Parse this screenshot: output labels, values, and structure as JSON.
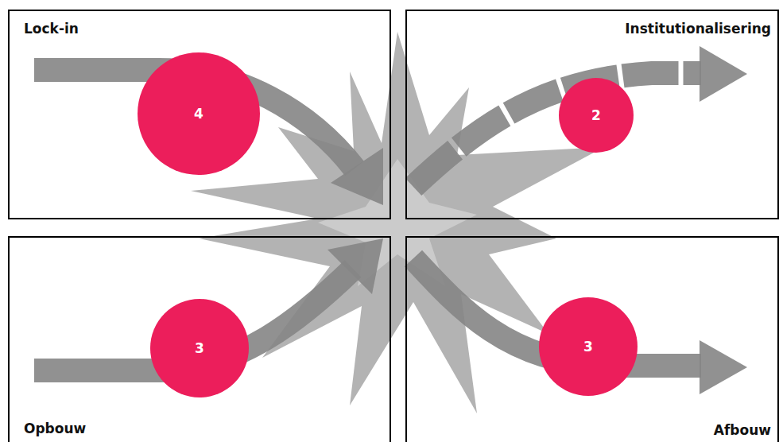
{
  "diagram": {
    "nodes": [
      {
        "text": [
          "Lock-in"
        ]
      },
      {
        "text": [
          "4"
        ],
        "in": 0
      },
      {
        "text": [
          "Institutionalisering"
        ]
      },
      {
        "text": [
          "2"
        ],
        "in": 2
      },
      {
        "text": [
          "Opbouw"
        ]
      },
      {
        "text": [
          "3"
        ],
        "in": 4
      },
      {
        "text": [
          "Afbouw"
        ]
      },
      {
        "text": [
          "3"
        ],
        "in": 6
      }
    ]
  }
}
